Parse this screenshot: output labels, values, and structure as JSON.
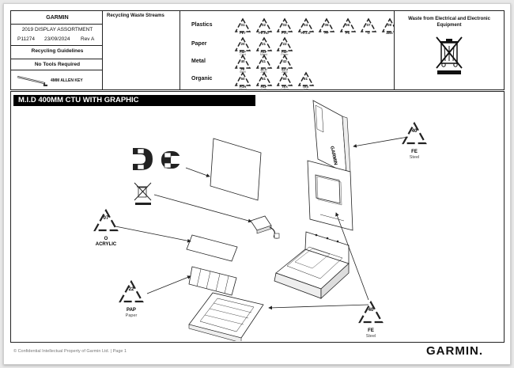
{
  "header": {
    "brand": "GARMIN",
    "assortment": "2019 DISPLAY ASSORTMENT",
    "part_number": "P11274",
    "date": "23/09/2024",
    "revision": "Rev A",
    "guidelines": "Recycling Guidelines",
    "tools_title": "No Tools Required",
    "tool_name": "4MM ALLEN KEY"
  },
  "streams": {
    "title": "Recycling Waste Streams",
    "rows": [
      {
        "label": "Plastics",
        "symbols": [
          {
            "num": "01",
            "abbr": "PET"
          },
          {
            "num": "02",
            "abbr": "PE-HD"
          },
          {
            "num": "03",
            "abbr": "PVC"
          },
          {
            "num": "04",
            "abbr": "PE-LD"
          },
          {
            "num": "05",
            "abbr": "PP"
          },
          {
            "num": "06",
            "abbr": "PS"
          },
          {
            "num": "07",
            "abbr": "O"
          },
          {
            "num": "09",
            "abbr": "ABS"
          }
        ]
      },
      {
        "label": "Paper",
        "symbols": [
          {
            "num": "20",
            "abbr": "PAP",
            "sub": "Card"
          },
          {
            "num": "21",
            "abbr": "PAP",
            "sub": "Mixed"
          },
          {
            "num": "22",
            "abbr": "PAP",
            "sub": "Paper"
          }
        ]
      },
      {
        "label": "Metal",
        "symbols": [
          {
            "num": "40",
            "abbr": "FE",
            "sub": "Steel"
          },
          {
            "num": "41",
            "abbr": "ALU",
            "sub": "Alum"
          },
          {
            "num": "42",
            "abbr": "ALU",
            "sub": "Alloy"
          }
        ]
      },
      {
        "label": "Organic",
        "symbols": [
          {
            "num": "50",
            "abbr": "FOR",
            "sub": "Wood"
          },
          {
            "num": "51",
            "abbr": "PAP",
            "sub": "Cork"
          },
          {
            "num": "60",
            "abbr": "TEX",
            "sub": "Cotton"
          },
          {
            "num": "61",
            "abbr": "TEX",
            "sub": "Jute"
          }
        ]
      }
    ]
  },
  "weee": {
    "title": "Waste from Electrical and Electronic Equipment"
  },
  "product": {
    "title": "M.I.D 400MM CTU WITH GRAPHIC"
  },
  "callouts": {
    "steel_top": {
      "num": "40",
      "abbr": "FE",
      "sub": "Steel"
    },
    "acrylic": {
      "num": "07",
      "abbr": "O",
      "sub": "ACRYLIC"
    },
    "paper": {
      "num": "22",
      "abbr": "PAP",
      "sub": "Paper"
    },
    "steel_bottom": {
      "num": "40",
      "abbr": "FE",
      "sub": "Steel"
    }
  },
  "footer": {
    "copyright": "© Confidential Intellectual Property of Garmin Ltd. | Page 1",
    "logo": "GARMIN."
  }
}
